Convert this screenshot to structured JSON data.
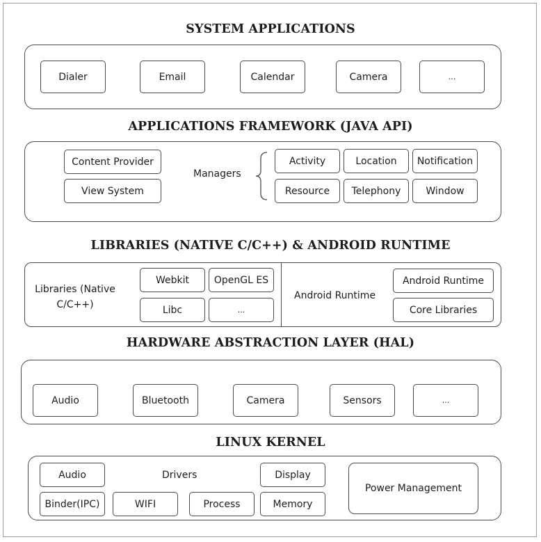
{
  "system_applications": {
    "title": "SYSTEM APPLICATIONS",
    "items": [
      "Dialer",
      "Email",
      "Calendar",
      "Camera",
      "..."
    ]
  },
  "applications_framework": {
    "title": "APPLICATIONS FRAMEWORK (JAVA API)",
    "left_items": [
      "Content Provider",
      "View System"
    ],
    "managers_label": "Managers",
    "managers": [
      "Activity",
      "Location",
      "Notification",
      "Resource",
      "Telephony",
      "Window"
    ]
  },
  "libraries_runtime": {
    "title": "LIBRARIES (NATIVE C/C++) & ANDROID RUNTIME",
    "libraries_label_line1": "Libraries (Native",
    "libraries_label_line2": "C/C++)",
    "libraries": [
      "Webkit",
      "OpenGL ES",
      "Libc",
      "..."
    ],
    "runtime_label": "Android Runtime",
    "runtime_items": [
      "Android Runtime",
      "Core Libraries"
    ]
  },
  "hal": {
    "title": "HARDWARE ABSTRACTION LAYER (HAL)",
    "items": [
      "Audio",
      "Bluetooth",
      "Camera",
      "Sensors",
      "..."
    ]
  },
  "linux_kernel": {
    "title": "LINUX KERNEL",
    "drivers_label": "Drivers",
    "drivers": [
      "Audio",
      "Display",
      "Binder(IPC)",
      "WIFI",
      "Process",
      "Memory"
    ],
    "power_management": "Power Management"
  }
}
